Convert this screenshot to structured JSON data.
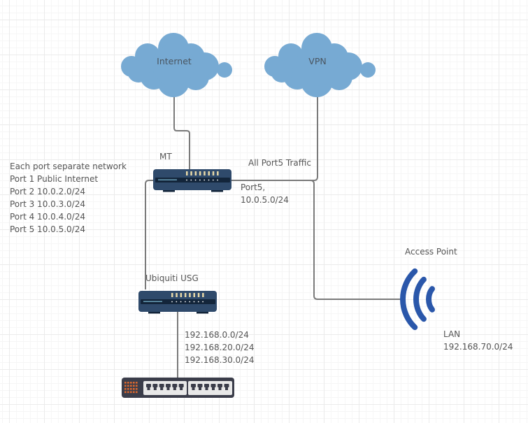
{
  "colors": {
    "cloud": "#77aad3",
    "router_body": "#2f4a6b",
    "router_panel": "#13253a",
    "led_top": "#e8d9a8",
    "ap_blue": "#2a57aa",
    "switch_body": "#3b3d4a",
    "switch_orange": "#d9672e",
    "line": "#7a7a7a"
  },
  "nodes": {
    "internet": {
      "label": "Internet",
      "icon": "cloud-icon"
    },
    "vpn": {
      "label": "VPN",
      "icon": "cloud-icon"
    },
    "mt": {
      "label": "MT",
      "icon": "router-icon"
    },
    "usg": {
      "label": "Ubiquiti USG",
      "icon": "router-icon"
    },
    "switch": {
      "label": "",
      "icon": "switch-icon"
    },
    "access_point": {
      "label": "Access Point",
      "icon": "wifi-icon"
    }
  },
  "annotations": {
    "port_notes": [
      "Each port separate network",
      "Port 1 Public Internet",
      "Port 2 10.0.2.0/24",
      "Port 3 10.0.3.0/24",
      "Port 4 10.0.4.0/24",
      "Port 5 10.0.5.0/24"
    ],
    "vpn_link": "All Port5 Traffic",
    "port5": [
      "Port5,",
      "10.0.5.0/24"
    ],
    "usg_subnets": [
      "192.168.0.0/24",
      "192.168.20.0/24",
      "192.168.30.0/24"
    ],
    "ap_lan": [
      "LAN",
      "192.168.70.0/24"
    ]
  }
}
